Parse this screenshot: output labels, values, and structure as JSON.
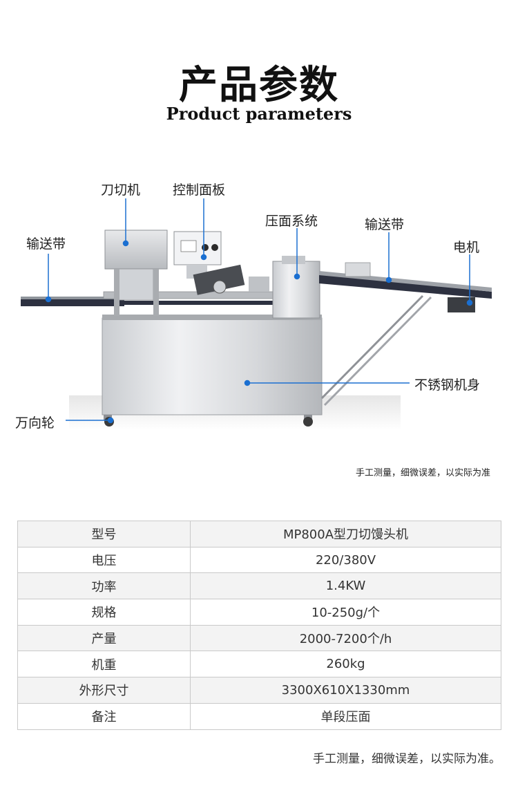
{
  "header": {
    "title_cn": "产品参数",
    "title_en": "Product parameters"
  },
  "diagram": {
    "labels": {
      "knife_cutter": "刀切机",
      "control_panel": "控制面板",
      "conveyor_left": "输送带",
      "press_system": "压面系统",
      "conveyor_right": "输送带",
      "motor": "电机",
      "stainless_body": "不锈钢机身",
      "caster_wheel": "万向轮"
    },
    "accent_color": "#1a6fd1"
  },
  "note_top": "手工测量，细微误差，以实际为准",
  "spec_table": {
    "rows": [
      {
        "key": "型号",
        "value": "MP800A型刀切馒头机"
      },
      {
        "key": "电压",
        "value": "220/380V"
      },
      {
        "key": "功率",
        "value": "1.4KW"
      },
      {
        "key": "规格",
        "value": "10-250g/个"
      },
      {
        "key": "产量",
        "value": "2000-7200个/h"
      },
      {
        "key": "机重",
        "value": "260kg"
      },
      {
        "key": "外形尺寸",
        "value": "3300X610X1330mm"
      },
      {
        "key": "备注",
        "value": "单段压面"
      }
    ]
  },
  "note_bottom": "手工测量，细微误差，以实际为准。"
}
